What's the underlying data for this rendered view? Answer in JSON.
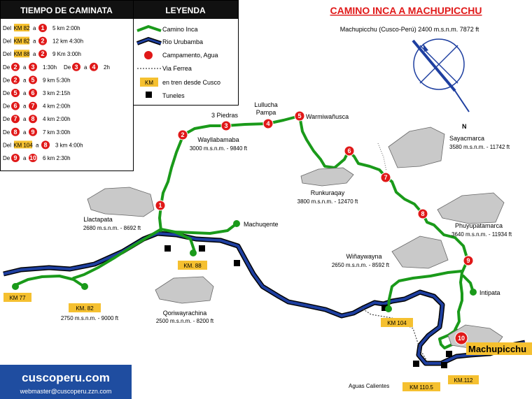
{
  "title": "CAMINO INCA A MACHUPICCHU",
  "subtitle": "Machupicchu (Cusco-Perú)  2400 m.s.n.m. 7872 ft",
  "north_label": "N",
  "colors": {
    "trail": "#1a9a1a",
    "river": "#1e3fa0",
    "camp": "#e01818",
    "km_box": "#f5c030",
    "brand": "#1f4da0"
  },
  "time_table": {
    "header": "TIEMPO DE CAMINATA",
    "rows": [
      {
        "p": "Del",
        "a": "KM 82",
        "to": "a",
        "b": "1",
        "info": "5 km  2:00h"
      },
      {
        "p": "Del",
        "a": "KM 82",
        "to": "a",
        "b": "2",
        "info": "12 km  4:30h"
      },
      {
        "p": "Del",
        "a": "KM 88",
        "to": "a",
        "b": "2",
        "info": "9 Km  3:00h"
      },
      {
        "p": "De",
        "a": "2",
        "to": "a",
        "b": "3",
        "info": "1:30h",
        "p2": "De",
        "c": "3",
        "to2": "a",
        "d": "4",
        "info2": "2h"
      },
      {
        "p": "De",
        "a": "2",
        "to": "a",
        "b": "5",
        "info": "9 km  5:30h"
      },
      {
        "p": "De",
        "a": "5",
        "to": "a",
        "b": "6",
        "info": "3 km  2:15h"
      },
      {
        "p": "De",
        "a": "6",
        "to": "a",
        "b": "7",
        "info": "4 km  2:00h"
      },
      {
        "p": "De",
        "a": "7",
        "to": "a",
        "b": "8",
        "info": "4 km  2:00h"
      },
      {
        "p": "De",
        "a": "8",
        "to": "a",
        "b": "9",
        "info": "7 km  3:00h"
      },
      {
        "p": "Del",
        "a": "KM 104",
        "to": "a",
        "b": "8",
        "info": "3 km  4:00h"
      },
      {
        "p": "De",
        "a": "9",
        "to": "a",
        "b": "10",
        "info": "6 km  2:30h"
      }
    ]
  },
  "legend": {
    "header": "LEYENDA",
    "items": [
      {
        "key": "trail",
        "label": "Camino Inca"
      },
      {
        "key": "river",
        "label": "Rio Urubamba"
      },
      {
        "key": "camp",
        "label": "Campamento, Agua"
      },
      {
        "key": "rail",
        "label": "Via Ferrea"
      },
      {
        "key": "km",
        "label": "en tren desde Cusco",
        "symbol": "KM"
      },
      {
        "key": "tunnel",
        "label": "Tuneles"
      }
    ]
  },
  "places": {
    "p3": "3 Piedras",
    "p4a": "Lullucha",
    "p4b": "Pampa",
    "p5": "Warmiwañusca",
    "wayll": "Wayllabamaba",
    "wayll_alt": "3000 m.s.n.m. - 9840 ft",
    "runku": "Runkuraqay",
    "runku_alt": "3800 m.s.n.m. - 12470 ft",
    "saya": "Sayacmarca",
    "saya_alt": "3580 m.s.n.m. - 11742 ft",
    "phuyu": "Phuyupatamarca",
    "phuyu_alt": "3640 m.s.n.m. - 11934 ft",
    "llact": "Llactapata",
    "llact_alt": "2680 m.s.n.m. - 8692 ft",
    "machuq": "Machuqente",
    "winay": "Wiñaywayna",
    "winay_alt": "2650 m.s.n.m. - 8592 ft",
    "intipata": "Intipata",
    "qori": "Qoriwayrachina",
    "qori_alt": "2500 m.s.n.m. - 8200 ft",
    "km82_alt": "2750 m.s.n.m. - 9000 ft",
    "machupicchu": "Machupicchu",
    "aguas": "Aguas Calientes"
  },
  "km_boxes": {
    "km77": "KM 77",
    "km82": "KM. 82",
    "km88": "KM. 88",
    "km104": "KM 104",
    "km110": "KM  110.5",
    "km112": "KM.112"
  },
  "camps": [
    "1",
    "2",
    "3",
    "4",
    "5",
    "6",
    "7",
    "8",
    "9",
    "10"
  ],
  "footer": {
    "site": "cuscoperu.com",
    "email": "webmaster@cuscoperu.zzn.com"
  }
}
